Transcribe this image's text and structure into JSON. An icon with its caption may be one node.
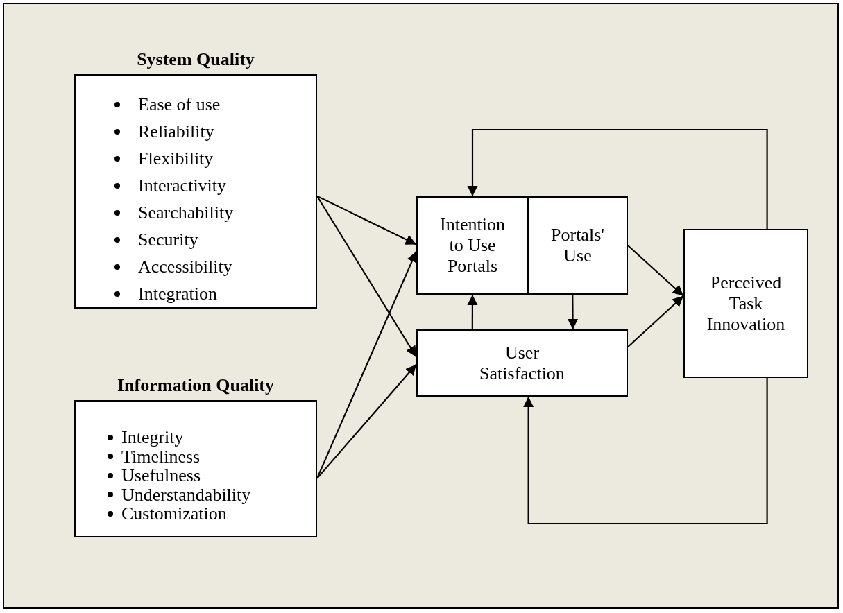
{
  "diagram": {
    "nodes": [
      {
        "text": [
          "System Quality",
          "Ease of use",
          "Reliability",
          "Flexibility",
          "Interactivity",
          "Searchability",
          "Security",
          "Accessibility",
          "Integration"
        ]
      },
      {
        "text": [
          "Information Quality",
          "Integrity",
          "Timeliness",
          "Usefulness",
          "Understandability",
          "Customization"
        ]
      },
      {
        "text": [
          "Intention to Use Portals"
        ]
      },
      {
        "text": [
          "Portals' Use"
        ]
      },
      {
        "text": [
          "User Satisfaction"
        ]
      },
      {
        "text": [
          "Perceived Task Innovation"
        ]
      }
    ],
    "edges": [
      {
        "from": 0,
        "to": 2,
        "arrow": "to"
      },
      {
        "from": 0,
        "to": 4,
        "arrow": "to"
      },
      {
        "from": 1,
        "to": 2,
        "arrow": "to"
      },
      {
        "from": 1,
        "to": 4,
        "arrow": "to"
      },
      {
        "from": 4,
        "to": 2,
        "arrow": "to"
      },
      {
        "from": 3,
        "to": 4,
        "arrow": "to"
      },
      {
        "from": 3,
        "to": 5,
        "arrow": "to"
      },
      {
        "from": 4,
        "to": 5,
        "arrow": "to"
      },
      {
        "from": 5,
        "to": 2,
        "arrow": "to"
      },
      {
        "from": 5,
        "to": 4,
        "arrow": "to"
      }
    ]
  }
}
